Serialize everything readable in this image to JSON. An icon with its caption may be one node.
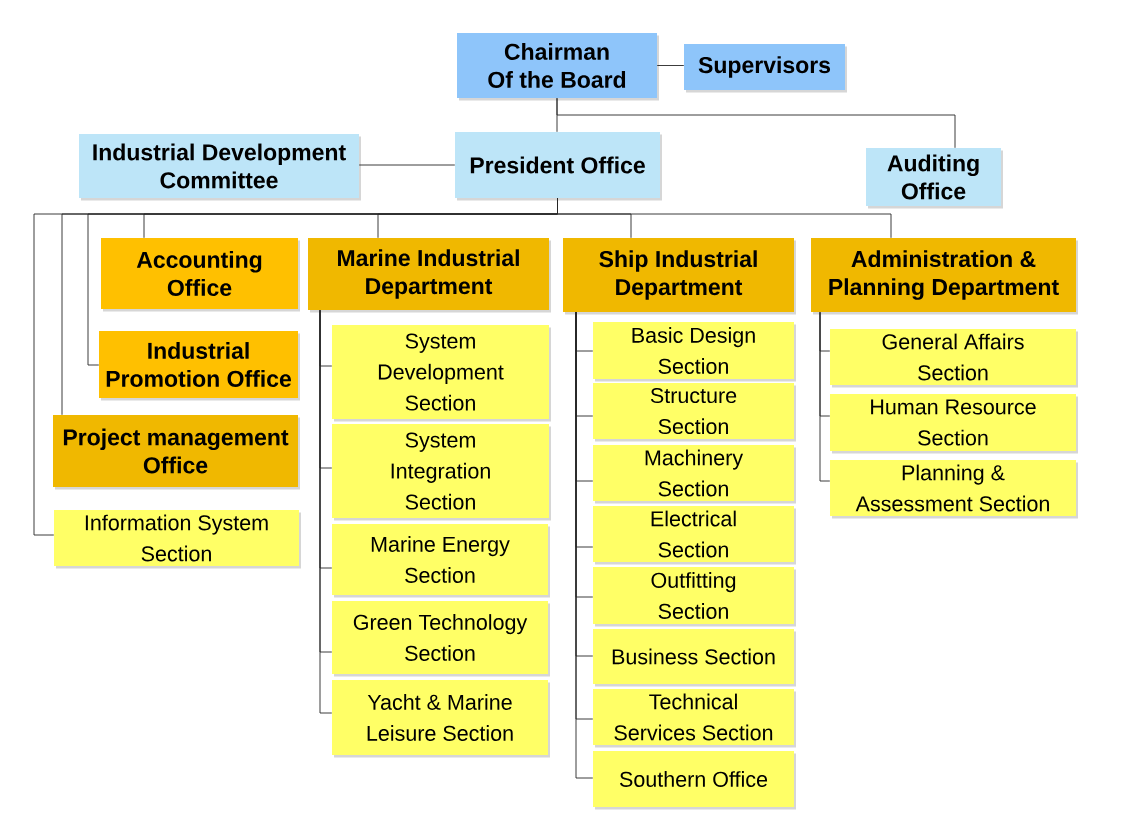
{
  "diagram": {
    "nodes": [
      {
        "text": [
          "Chairman Of the Board"
        ]
      },
      {
        "text": [
          "Supervisors"
        ]
      },
      {
        "text": [
          "Industrial Development Committee"
        ]
      },
      {
        "text": [
          "President Office"
        ]
      },
      {
        "text": [
          "Auditing Office"
        ]
      },
      {
        "text": [
          "Accounting Office"
        ]
      },
      {
        "text": [
          "Marine Industrial Department"
        ]
      },
      {
        "text": [
          "Ship Industrial Department"
        ]
      },
      {
        "text": [
          "Administration & Planning Department"
        ]
      },
      {
        "text": [
          "Industrial Promotion Office"
        ]
      },
      {
        "text": [
          "Project management Office"
        ]
      },
      {
        "text": [
          "Information System Section"
        ]
      },
      {
        "text": [
          "System Development Section"
        ]
      },
      {
        "text": [
          "System Integration Section"
        ]
      },
      {
        "text": [
          "Marine Energy Section"
        ]
      },
      {
        "text": [
          "Green Technology Section"
        ]
      },
      {
        "text": [
          "Yacht & Marine Leisure Section"
        ]
      },
      {
        "text": [
          "Basic Design Section"
        ]
      },
      {
        "text": [
          "Structure Section"
        ]
      },
      {
        "text": [
          "Machinery Section"
        ]
      },
      {
        "text": [
          "Electrical Section"
        ]
      },
      {
        "text": [
          "Outfitting Section"
        ]
      },
      {
        "text": [
          "Business Section"
        ]
      },
      {
        "text": [
          "Technical Services Section"
        ]
      },
      {
        "text": [
          "Southern Office"
        ]
      },
      {
        "text": [
          "General Affairs Section"
        ]
      },
      {
        "text": [
          "Human Resource Section"
        ]
      },
      {
        "text": [
          "Planning & Assessment Section"
        ]
      }
    ],
    "edges": [
      {
        "from": 0,
        "to": 1,
        "arrow": "none"
      },
      {
        "from": 0,
        "to": 3,
        "arrow": "none"
      },
      {
        "from": 0,
        "to": 4,
        "arrow": "none"
      },
      {
        "from": 3,
        "to": 2,
        "arrow": "none"
      },
      {
        "from": 3,
        "to": 5,
        "arrow": "none"
      },
      {
        "from": 3,
        "to": 6,
        "arrow": "none"
      },
      {
        "from": 3,
        "to": 7,
        "arrow": "none"
      },
      {
        "from": 3,
        "to": 8,
        "arrow": "none"
      },
      {
        "from": 3,
        "to": 9,
        "arrow": "none"
      },
      {
        "from": 3,
        "to": 10,
        "arrow": "none"
      },
      {
        "from": 3,
        "to": 11,
        "arrow": "none"
      },
      {
        "from": 6,
        "to": 12,
        "arrow": "none"
      },
      {
        "from": 6,
        "to": 13,
        "arrow": "none"
      },
      {
        "from": 6,
        "to": 14,
        "arrow": "none"
      },
      {
        "from": 6,
        "to": 15,
        "arrow": "none"
      },
      {
        "from": 6,
        "to": 16,
        "arrow": "none"
      },
      {
        "from": 7,
        "to": 17,
        "arrow": "none"
      },
      {
        "from": 7,
        "to": 18,
        "arrow": "none"
      },
      {
        "from": 7,
        "to": 19,
        "arrow": "none"
      },
      {
        "from": 7,
        "to": 20,
        "arrow": "none"
      },
      {
        "from": 7,
        "to": 21,
        "arrow": "none"
      },
      {
        "from": 7,
        "to": 22,
        "arrow": "none"
      },
      {
        "from": 7,
        "to": 23,
        "arrow": "none"
      },
      {
        "from": 7,
        "to": 24,
        "arrow": "none"
      },
      {
        "from": 8,
        "to": 25,
        "arrow": "none"
      },
      {
        "from": 8,
        "to": 26,
        "arrow": "none"
      },
      {
        "from": 8,
        "to": 27,
        "arrow": "none"
      }
    ]
  }
}
